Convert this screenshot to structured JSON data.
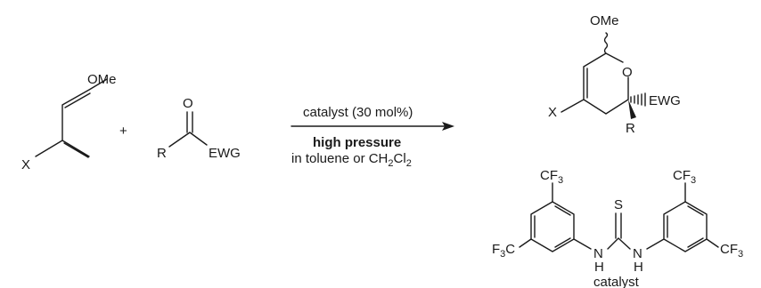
{
  "diene": {
    "ome": "OMe",
    "x": "X"
  },
  "plus": "+",
  "carbonyl": {
    "o": "O",
    "r": "R",
    "ewg": "EWG"
  },
  "conditions": {
    "catalyst_loading": "catalyst (30 mol%)",
    "pressure": "high pressure",
    "solvent_prefix": "in toluene or CH",
    "solvent_sub1": "2",
    "solvent_mid": "Cl",
    "solvent_sub2": "2"
  },
  "product": {
    "ome": "OMe",
    "o": "O",
    "x": "X",
    "ewg": "EWG",
    "r": "R"
  },
  "catalyst_structure": {
    "cf3_left_top": "CF",
    "cf3_left_top_sub": "3",
    "cf3_right_top": "CF",
    "cf3_right_top_sub": "3",
    "f3c_left": "F",
    "f3c_left_sub": "3",
    "f3c_left_c": "C",
    "cf3_right_bottom": "CF",
    "cf3_right_bottom_sub": "3",
    "s": "S",
    "n": "N",
    "h": "H",
    "caption": "catalyst"
  }
}
